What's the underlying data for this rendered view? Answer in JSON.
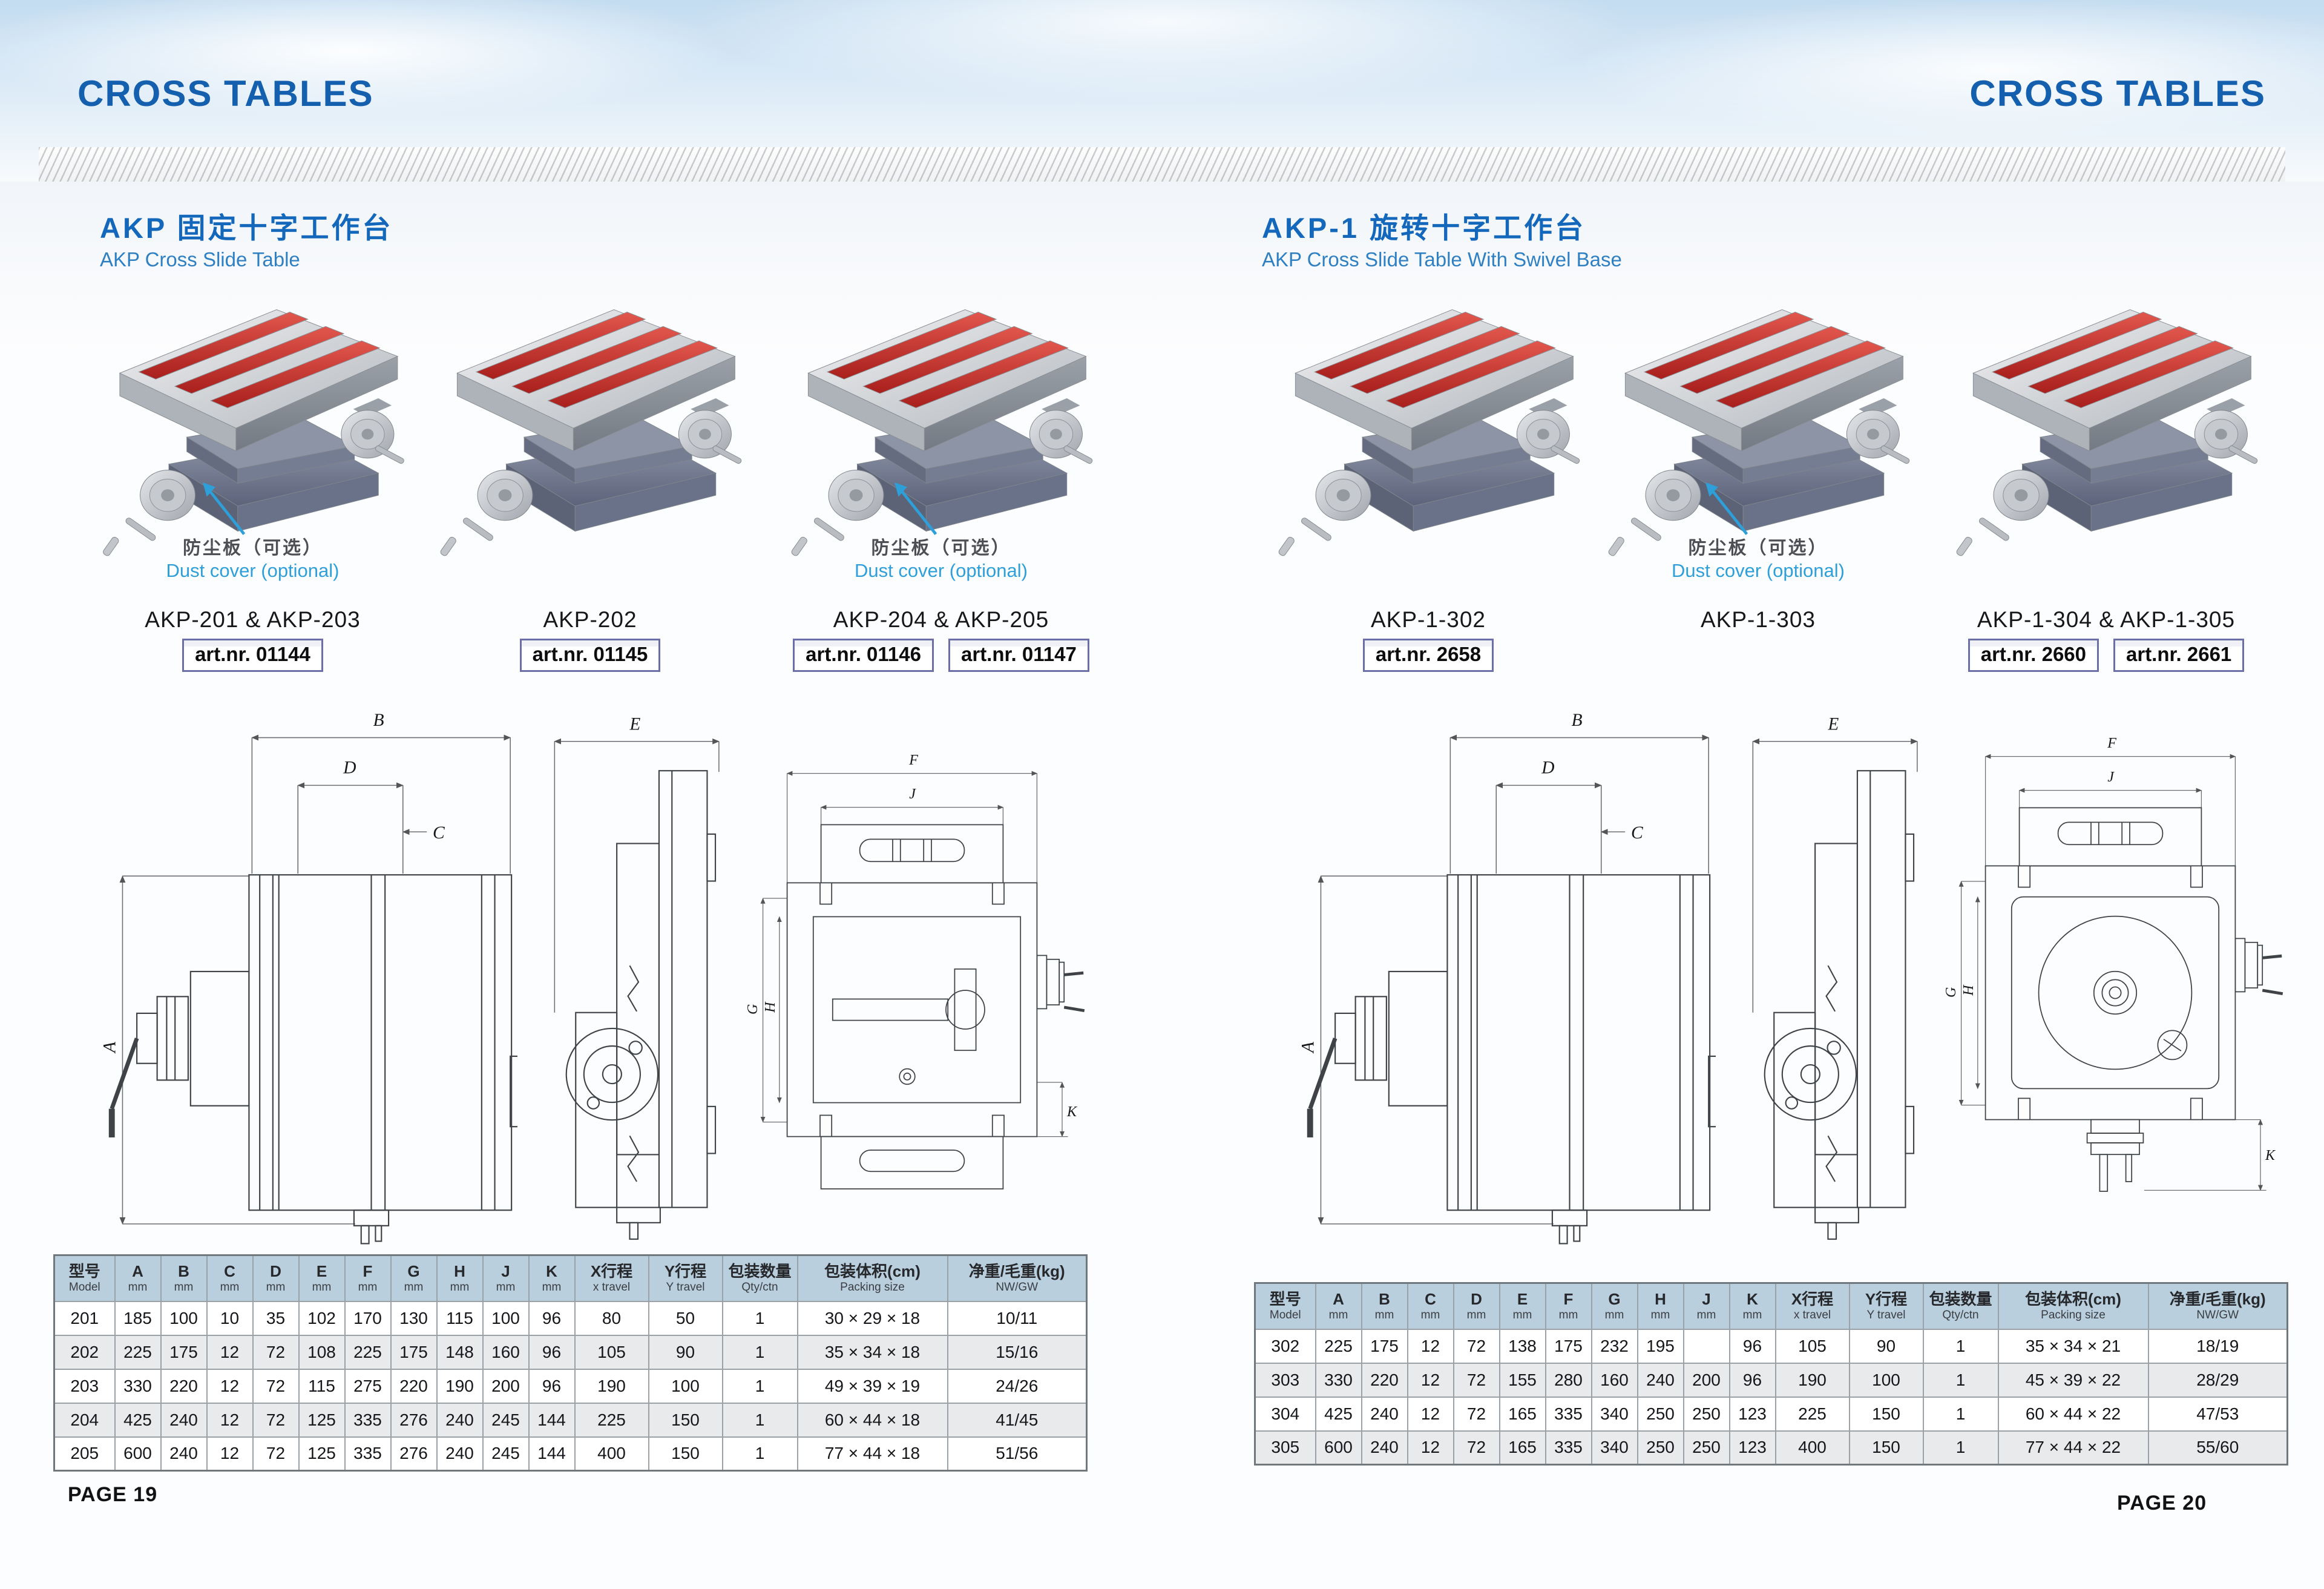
{
  "header": {
    "left_title": "CROSS TABLES",
    "right_title": "CROSS TABLES"
  },
  "dim_labels": {
    "front": [
      "B",
      "D",
      "C",
      "A"
    ],
    "side": [
      "E"
    ],
    "top": [
      "F",
      "J",
      "G",
      "H",
      "K"
    ]
  },
  "colors": {
    "accent_blue": "#145fae",
    "subtitle_blue": "#2f80c3",
    "dust_label_blue": "#2e9fd8",
    "table_header_bg": "#b9cfdd",
    "tslot_red": "#d2302c"
  },
  "left_page": {
    "section_title_zh": "AKP 固定十字工作台",
    "section_title_en": "AKP Cross Slide Table",
    "products": [
      {
        "caption": "AKP-201 & AKP-203",
        "art_numbers": [
          "art.nr. 01144"
        ],
        "dust_label_zh": "防尘板（可选）",
        "dust_label_en": "Dust cover (optional)"
      },
      {
        "caption": "AKP-202",
        "art_numbers": [
          "art.nr. 01145"
        ]
      },
      {
        "caption": "AKP-204 & AKP-205",
        "art_numbers": [
          "art.nr. 01146",
          "art.nr. 01147"
        ],
        "dust_label_zh": "防尘板（可选）",
        "dust_label_en": "Dust cover (optional)"
      }
    ],
    "spec_table": {
      "columns": [
        {
          "l1": "型号",
          "l2": "Model"
        },
        {
          "l1": "A",
          "l2": "mm"
        },
        {
          "l1": "B",
          "l2": "mm"
        },
        {
          "l1": "C",
          "l2": "mm"
        },
        {
          "l1": "D",
          "l2": "mm"
        },
        {
          "l1": "E",
          "l2": "mm"
        },
        {
          "l1": "F",
          "l2": "mm"
        },
        {
          "l1": "G",
          "l2": "mm"
        },
        {
          "l1": "H",
          "l2": "mm"
        },
        {
          "l1": "J",
          "l2": "mm"
        },
        {
          "l1": "K",
          "l2": "mm"
        },
        {
          "l1": "X行程",
          "l2": "x travel"
        },
        {
          "l1": "Y行程",
          "l2": "Y travel"
        },
        {
          "l1": "包装数量",
          "l2": "Qty/ctn"
        },
        {
          "l1": "包装体积(cm)",
          "l2": "Packing size"
        },
        {
          "l1": "净重/毛重(kg)",
          "l2": "NW/GW"
        }
      ],
      "rows": [
        [
          "201",
          "185",
          "100",
          "10",
          "35",
          "102",
          "170",
          "130",
          "115",
          "100",
          "96",
          "80",
          "50",
          "1",
          "30 × 29 × 18",
          "10/11"
        ],
        [
          "202",
          "225",
          "175",
          "12",
          "72",
          "108",
          "225",
          "175",
          "148",
          "160",
          "96",
          "105",
          "90",
          "1",
          "35 × 34 × 18",
          "15/16"
        ],
        [
          "203",
          "330",
          "220",
          "12",
          "72",
          "115",
          "275",
          "220",
          "190",
          "200",
          "96",
          "190",
          "100",
          "1",
          "49 × 39 × 19",
          "24/26"
        ],
        [
          "204",
          "425",
          "240",
          "12",
          "72",
          "125",
          "335",
          "276",
          "240",
          "245",
          "144",
          "225",
          "150",
          "1",
          "60 × 44 × 18",
          "41/45"
        ],
        [
          "205",
          "600",
          "240",
          "12",
          "72",
          "125",
          "335",
          "276",
          "240",
          "245",
          "144",
          "400",
          "150",
          "1",
          "77 × 44 × 18",
          "51/56"
        ]
      ]
    },
    "page_label": "PAGE 19"
  },
  "right_page": {
    "section_title_zh": "AKP-1 旋转十字工作台",
    "section_title_en": "AKP Cross Slide Table With Swivel Base",
    "products": [
      {
        "caption": "AKP-1-302",
        "art_numbers": [
          "art.nr. 2658"
        ]
      },
      {
        "caption": "AKP-1-303",
        "art_numbers": [],
        "dust_label_zh": "防尘板（可选）",
        "dust_label_en": "Dust cover (optional)"
      },
      {
        "caption": "AKP-1-304 & AKP-1-305",
        "art_numbers": [
          "art.nr. 2660",
          "art.nr. 2661"
        ]
      }
    ],
    "spec_table": {
      "columns": [
        {
          "l1": "型号",
          "l2": "Model"
        },
        {
          "l1": "A",
          "l2": "mm"
        },
        {
          "l1": "B",
          "l2": "mm"
        },
        {
          "l1": "C",
          "l2": "mm"
        },
        {
          "l1": "D",
          "l2": "mm"
        },
        {
          "l1": "E",
          "l2": "mm"
        },
        {
          "l1": "F",
          "l2": "mm"
        },
        {
          "l1": "G",
          "l2": "mm"
        },
        {
          "l1": "H",
          "l2": "mm"
        },
        {
          "l1": "J",
          "l2": "mm"
        },
        {
          "l1": "K",
          "l2": "mm"
        },
        {
          "l1": "X行程",
          "l2": "x travel"
        },
        {
          "l1": "Y行程",
          "l2": "Y travel"
        },
        {
          "l1": "包装数量",
          "l2": "Qty/ctn"
        },
        {
          "l1": "包装体积(cm)",
          "l2": "Packing size"
        },
        {
          "l1": "净重/毛重(kg)",
          "l2": "NW/GW"
        }
      ],
      "rows": [
        [
          "302",
          "225",
          "175",
          "12",
          "72",
          "138",
          "175",
          "232",
          "195",
          "",
          "96",
          "105",
          "90",
          "1",
          "35 × 34 × 21",
          "18/19"
        ],
        [
          "303",
          "330",
          "220",
          "12",
          "72",
          "155",
          "280",
          "160",
          "240",
          "200",
          "96",
          "190",
          "100",
          "1",
          "45 × 39 × 22",
          "28/29"
        ],
        [
          "304",
          "425",
          "240",
          "12",
          "72",
          "165",
          "335",
          "340",
          "250",
          "250",
          "123",
          "225",
          "150",
          "1",
          "60 × 44 × 22",
          "47/53"
        ],
        [
          "305",
          "600",
          "240",
          "12",
          "72",
          "165",
          "335",
          "340",
          "250",
          "250",
          "123",
          "400",
          "150",
          "1",
          "77 × 44 × 22",
          "55/60"
        ]
      ]
    },
    "page_label": "PAGE 20"
  }
}
